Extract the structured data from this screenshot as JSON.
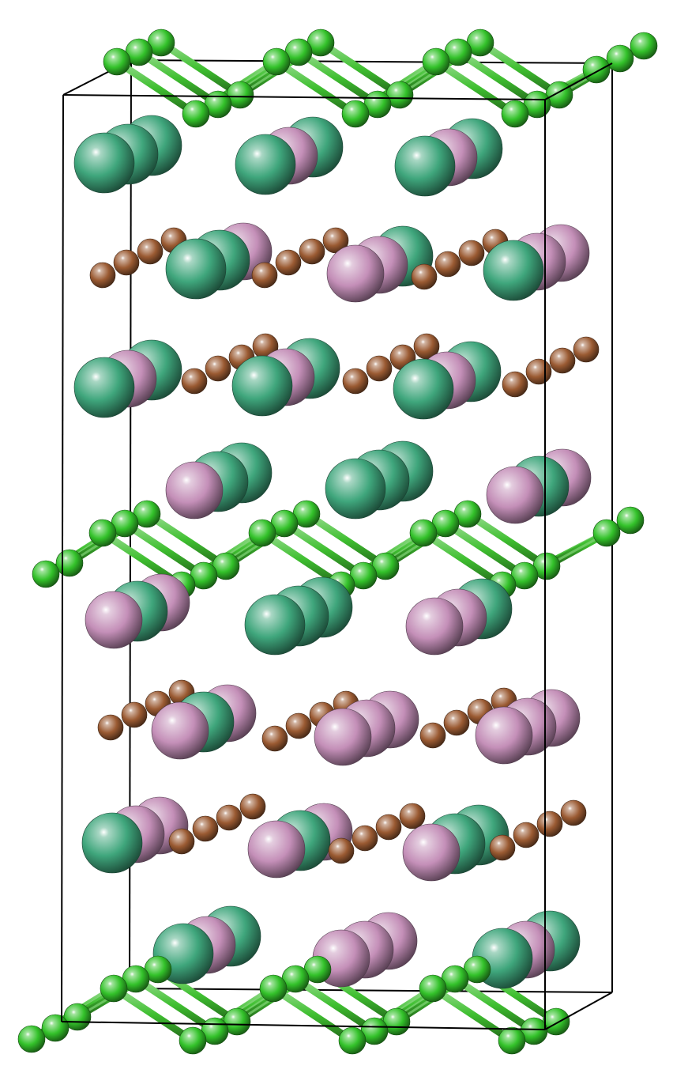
{
  "scene": {
    "background": "#ffffff",
    "cell_edge_color": "#000000"
  },
  "species": [
    {
      "key": "green-small",
      "icon": "small-green-atom",
      "color": "#33c22a"
    },
    {
      "key": "teal-large",
      "icon": "large-teal-atom",
      "color": "#3fa67c"
    },
    {
      "key": "pink-large",
      "icon": "large-pink-atom",
      "color": "#c48fb8"
    },
    {
      "key": "brown-small",
      "icon": "small-brown-atom",
      "color": "#9a5a32"
    }
  ],
  "bond_color": "#3fbf30"
}
